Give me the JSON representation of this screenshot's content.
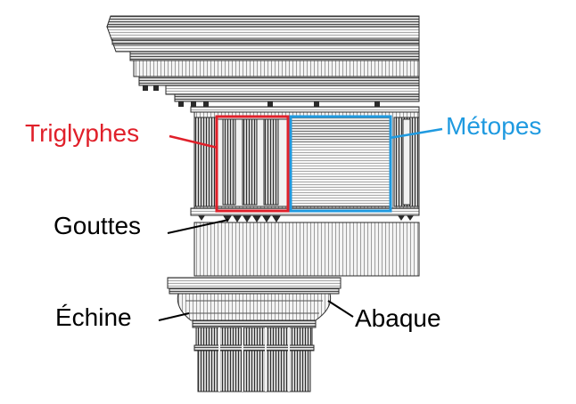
{
  "labels": {
    "triglyphes": "Triglyphes",
    "metopes": "Métopes",
    "gouttes": "Gouttes",
    "echine": "Échine",
    "abaque": "Abaque"
  },
  "colors": {
    "triglyphes": "#e0202a",
    "metopes": "#1f9ae0",
    "text": "#000000",
    "engraving_dark": "#2a2a2a",
    "engraving_light": "#f4f4f4"
  },
  "icons": {
    "illustration": "doric-entablature-engraving"
  }
}
